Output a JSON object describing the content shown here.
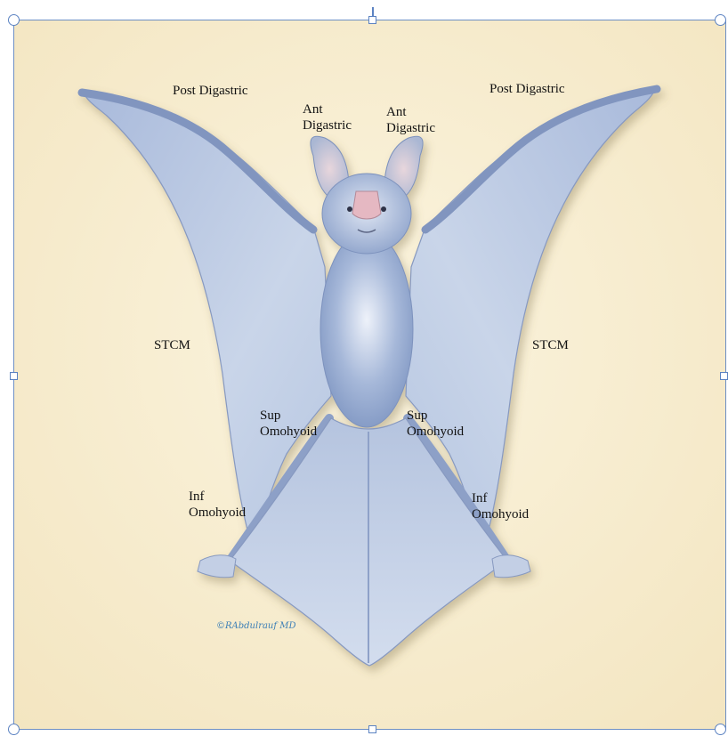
{
  "labels": {
    "post_digastric_left": "Post Digastric",
    "post_digastric_right": "Post Digastric",
    "ant_digastric_left": "Ant\nDigastric",
    "ant_digastric_right": "Ant\nDigastric",
    "stcm_left": "STCM",
    "stcm_right": "STCM",
    "sup_omohyoid_left": "Sup\nOmohyoid",
    "sup_omohyoid_right": "Sup\nOmohyoid",
    "inf_omohyoid_left": "Inf\nOmohyoid",
    "inf_omohyoid_right": "Inf\nOmohyoid"
  },
  "signature": "©RAbdulrauf MD",
  "colors": {
    "background": "#f7ecd0",
    "bat_fur": "#9fb2d4",
    "wing_membrane": "#c7d3e7",
    "selection_border": "#6d8fc4"
  }
}
